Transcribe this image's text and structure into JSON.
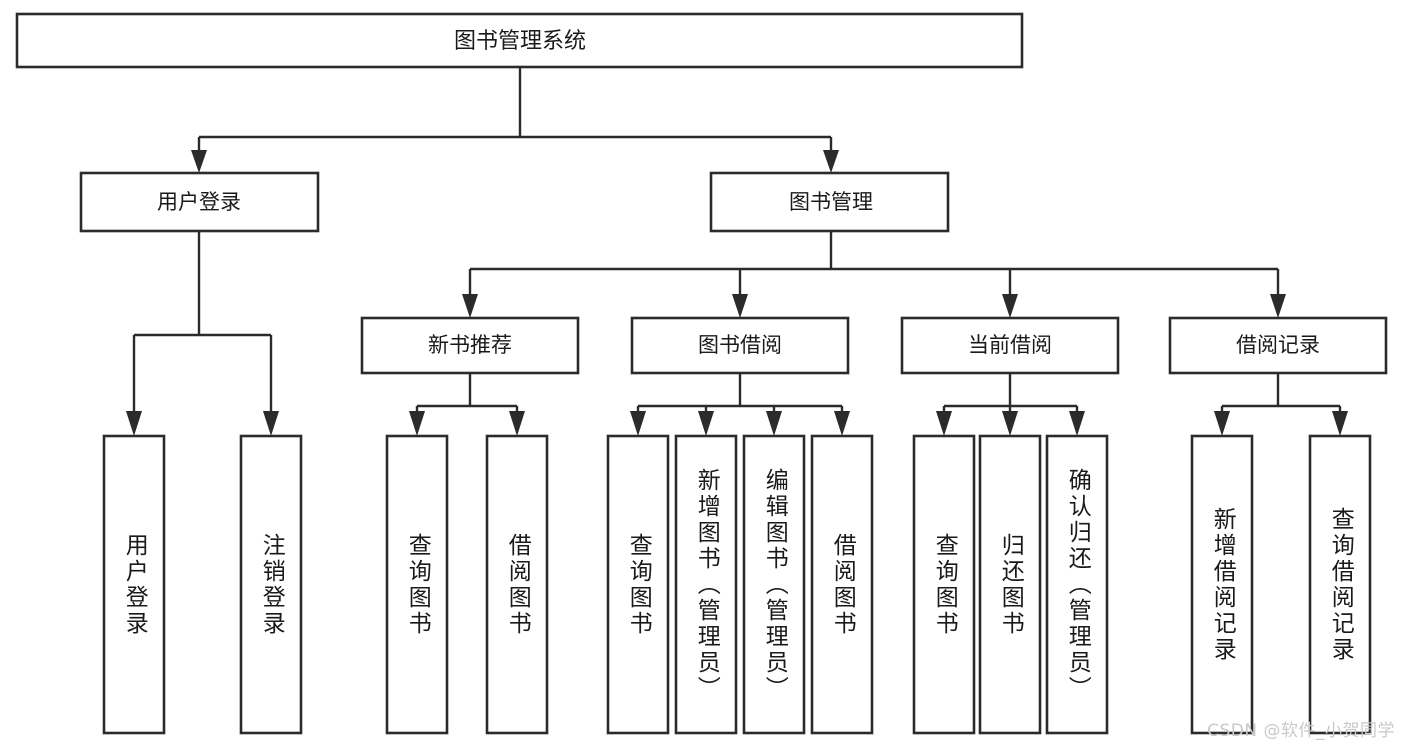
{
  "diagram": {
    "title": "图书管理系统",
    "type": "hierarchy-tree",
    "orientation": "top-down",
    "levels": 4,
    "colors": {
      "box_stroke": "#2b2b2b",
      "box_fill": "#ffffff",
      "connector": "#2b2b2b",
      "text": "#1a1a1a",
      "watermark": "#c9c9c9",
      "background": "#ffffff"
    },
    "root": {
      "label": "图书管理系统",
      "id": "root",
      "orientation": "horizontal"
    },
    "level2": [
      {
        "id": "user-login",
        "label": "用户登录",
        "orientation": "horizontal"
      },
      {
        "id": "book-manage",
        "label": "图书管理",
        "orientation": "horizontal"
      }
    ],
    "level3": [
      {
        "id": "new-book-recommend",
        "label": "新书推荐",
        "orientation": "horizontal",
        "parent": "book-manage"
      },
      {
        "id": "book-borrow",
        "label": "图书借阅",
        "orientation": "horizontal",
        "parent": "book-manage"
      },
      {
        "id": "current-borrow",
        "label": "当前借阅",
        "orientation": "horizontal",
        "parent": "book-manage"
      },
      {
        "id": "borrow-record",
        "label": "借阅记录",
        "orientation": "horizontal",
        "parent": "book-manage"
      }
    ],
    "leaves": [
      {
        "id": "leaf-user-login",
        "label": "用户登录",
        "parent": "user-login",
        "orientation": "vertical"
      },
      {
        "id": "leaf-user-logout",
        "label": "注销登录",
        "parent": "user-login",
        "orientation": "vertical"
      },
      {
        "id": "leaf-query-book-1",
        "label": "查询图书",
        "parent": "new-book-recommend",
        "orientation": "vertical"
      },
      {
        "id": "leaf-borrow-book-1",
        "label": "借阅图书",
        "parent": "new-book-recommend",
        "orientation": "vertical"
      },
      {
        "id": "leaf-query-book-2",
        "label": "查询图书",
        "parent": "book-borrow",
        "orientation": "vertical"
      },
      {
        "id": "leaf-add-book",
        "label": "新增图书（管理员）",
        "parent": "book-borrow",
        "orientation": "vertical"
      },
      {
        "id": "leaf-edit-book",
        "label": "编辑图书（管理员）",
        "parent": "book-borrow",
        "orientation": "vertical"
      },
      {
        "id": "leaf-borrow-book-2",
        "label": "借阅图书",
        "parent": "book-borrow",
        "orientation": "vertical"
      },
      {
        "id": "leaf-query-book-3",
        "label": "查询图书",
        "parent": "current-borrow",
        "orientation": "vertical"
      },
      {
        "id": "leaf-return-book",
        "label": "归还图书",
        "parent": "current-borrow",
        "orientation": "vertical"
      },
      {
        "id": "leaf-confirm-return",
        "label": "确认归还（管理员）",
        "parent": "current-borrow",
        "orientation": "vertical"
      },
      {
        "id": "leaf-add-record",
        "label": "新增借阅记录",
        "parent": "borrow-record",
        "orientation": "vertical"
      },
      {
        "id": "leaf-query-record",
        "label": "查询借阅记录",
        "parent": "borrow-record",
        "orientation": "vertical"
      }
    ],
    "watermark": "CSDN @软件_小贺同学"
  }
}
